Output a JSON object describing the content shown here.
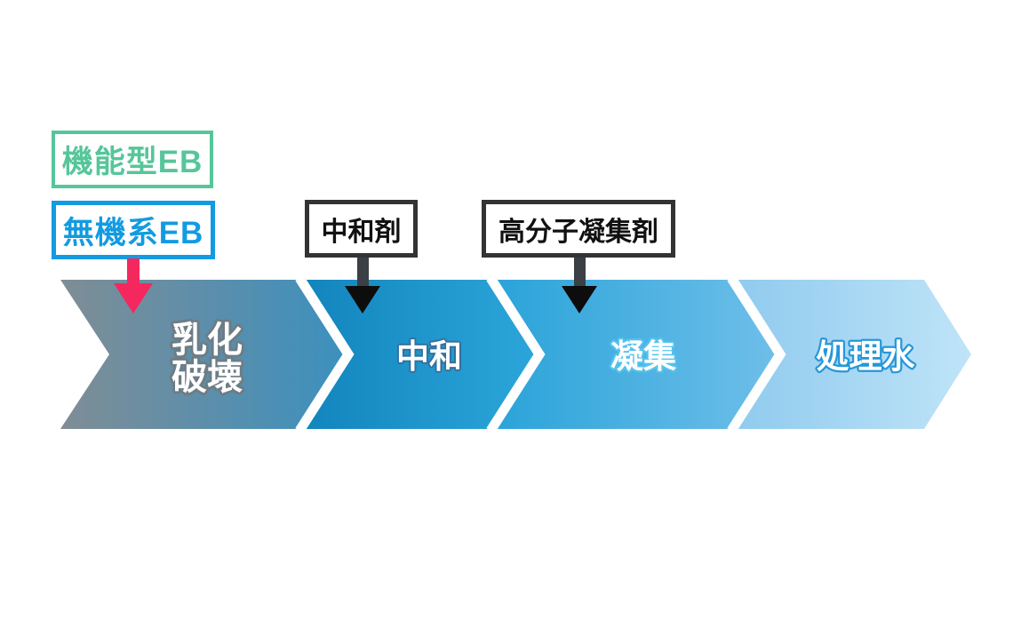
{
  "legend_boxes": {
    "functional_eb": {
      "label": "機能型EB",
      "border_color": "#56C69A"
    },
    "inorganic_eb": {
      "label": "無機系EB",
      "border_color": "#129BE2"
    }
  },
  "additive_boxes": {
    "neutralizer": {
      "label": "中和剤"
    },
    "flocculant": {
      "label": "高分子凝集剤"
    }
  },
  "process_steps": [
    {
      "name": "emulsion-breaking",
      "label_line1": "乳化",
      "label_line2": "破壊",
      "gradient_from": "#7F8D95",
      "gradient_to": "#3B90BF",
      "outline_color": "#6D7D86"
    },
    {
      "name": "neutralization",
      "label": "中和",
      "gradient_from": "#1184BC",
      "gradient_to": "#2CA6DA",
      "outline_color": "#33709F"
    },
    {
      "name": "coagulation",
      "label": "凝集",
      "gradient_from": "#29A3D9",
      "gradient_to": "#6FBFE9",
      "outline_color": "#55C2EE"
    },
    {
      "name": "treated-water",
      "label": "処理水",
      "gradient_from": "#8FCAEE",
      "gradient_to": "#BFE4F8",
      "outline_color": "#2697D8"
    }
  ],
  "arrows": {
    "inorganic_feed_color": "#F4285E",
    "additive_feed_color": "#1A1A1A"
  }
}
